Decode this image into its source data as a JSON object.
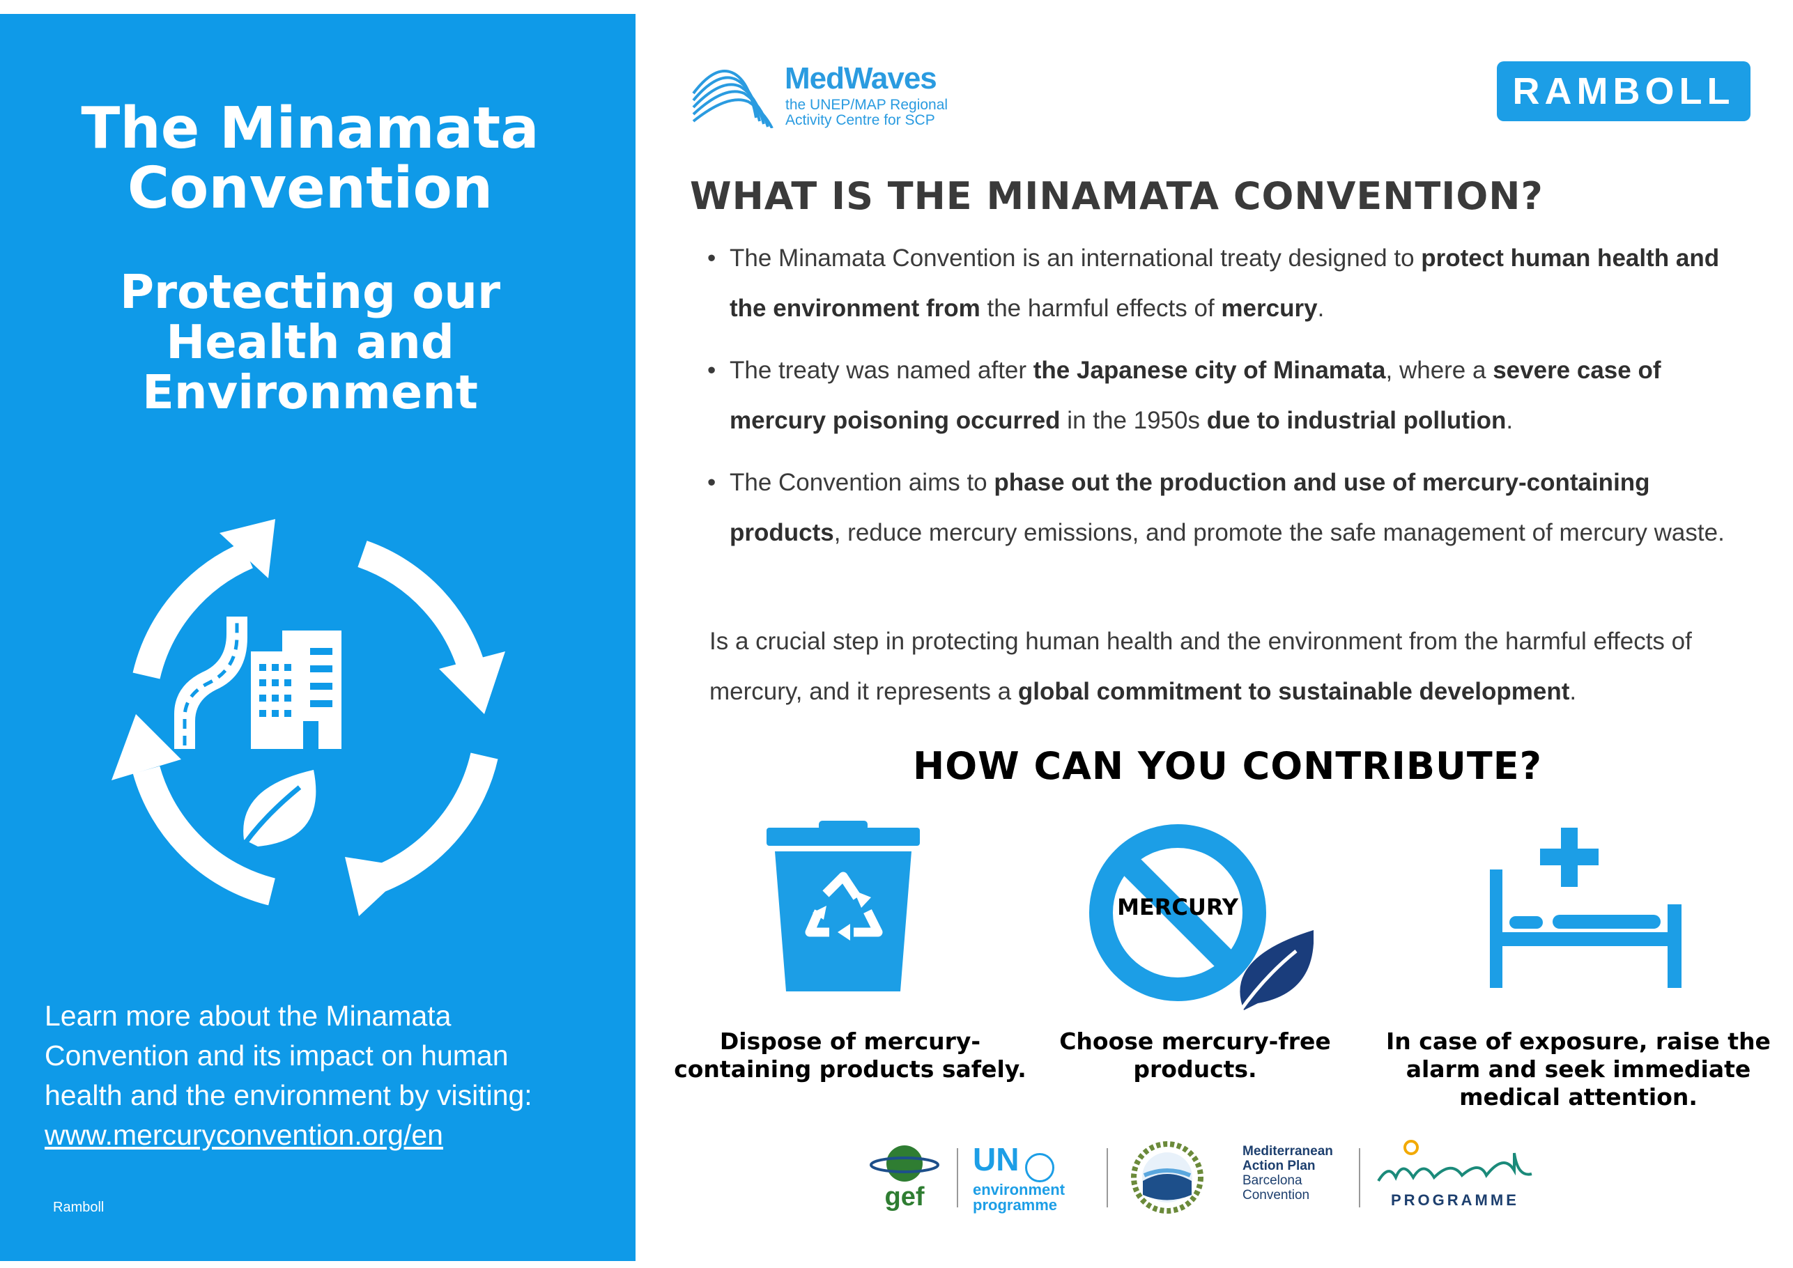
{
  "left_panel": {
    "title_lines": [
      "The Minamata",
      "Convention"
    ],
    "subtitle_lines": [
      "Protecting our",
      "Health and",
      "Environment"
    ],
    "learn_lines": [
      "Learn more about the Minamata",
      "Convention and its impact on human",
      "health and the environment by visiting:"
    ],
    "learn_url": "www.mercuryconvention.org/en",
    "footer": "Ramboll"
  },
  "logos": {
    "medwaves_name": "MedWaves",
    "medwaves_sub1": "the UNEP/MAP Regional",
    "medwaves_sub2": "Activity Centre for SCP",
    "ramboll": "RAMBOLL"
  },
  "what": {
    "heading": "WHAT IS THE MINAMATA CONVENTION?",
    "b1": [
      "The Minamata Convention is an international treaty designed to ",
      "protect human health and the environment from",
      " the harmful effects of ",
      "mercury",
      "."
    ],
    "b2": [
      "The treaty was named after ",
      "the Japanese city of Minamata",
      ", where a ",
      "severe case of mercury poisoning occurred",
      " in the 1950s ",
      "due to industrial pollution",
      "."
    ],
    "b3": [
      "The Convention aims to ",
      "phase out the production and use of mercury-containing products",
      ", reduce mercury emissions, and promote the safe management of mercury waste."
    ],
    "para": [
      "Is a crucial step in protecting human health and the environment from the harmful effects of mercury, and it represents a ",
      "global commitment to sustainable development",
      "."
    ]
  },
  "contribute": {
    "heading": "HOW CAN YOU CONTRIBUTE?",
    "items": [
      {
        "icon": "recycle-bin-icon",
        "caption_lines": [
          "Dispose of mercury-",
          "containing products safely."
        ]
      },
      {
        "icon": "no-mercury-icon",
        "icon_text": "MERCURY",
        "caption_lines": [
          "Choose mercury-free",
          "products."
        ]
      },
      {
        "icon": "medical-bed-icon",
        "caption_lines": [
          "In case of exposure, raise the",
          "alarm and seek immediate",
          "medical attention."
        ]
      }
    ]
  },
  "partners": {
    "gef": "gef",
    "un": "UN",
    "un_sub1": "environment",
    "un_sub2": "programme",
    "map_lines": [
      "Mediterranean",
      "Action Plan",
      "Barcelona",
      "Convention"
    ],
    "med_programme": "PROGRAMME"
  },
  "colors": {
    "panel_blue": "#0f9ae8",
    "icon_blue": "#1c9ee6",
    "dark_leaf": "#1a3d7c"
  }
}
